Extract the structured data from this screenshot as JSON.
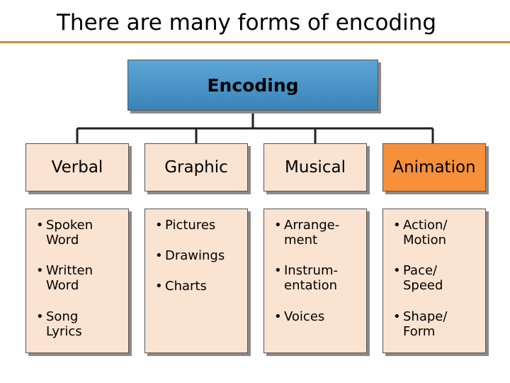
{
  "title": "There are many forms of encoding",
  "root": {
    "label": "Encoding"
  },
  "accent_color": "#f7903a",
  "box_color": "#fbe3d1",
  "root_color": "#4a95c8",
  "categories": [
    {
      "label": "Verbal",
      "items": [
        [
          "Spoken",
          "Word"
        ],
        [
          "Written",
          "Word"
        ],
        [
          "Song",
          "Lyrics"
        ]
      ]
    },
    {
      "label": "Graphic",
      "items": [
        [
          "Pictures"
        ],
        [
          "Drawings"
        ],
        [
          "Charts"
        ]
      ]
    },
    {
      "label": "Musical",
      "items": [
        [
          "Arrange-",
          "ment"
        ],
        [
          "Instrum-",
          "entation"
        ],
        [
          "Voices"
        ]
      ]
    },
    {
      "label": "Animation",
      "items": [
        [
          "Action/",
          "Motion"
        ],
        [
          "Pace/",
          "Speed"
        ],
        [
          "Shape/",
          "Form"
        ]
      ]
    }
  ]
}
